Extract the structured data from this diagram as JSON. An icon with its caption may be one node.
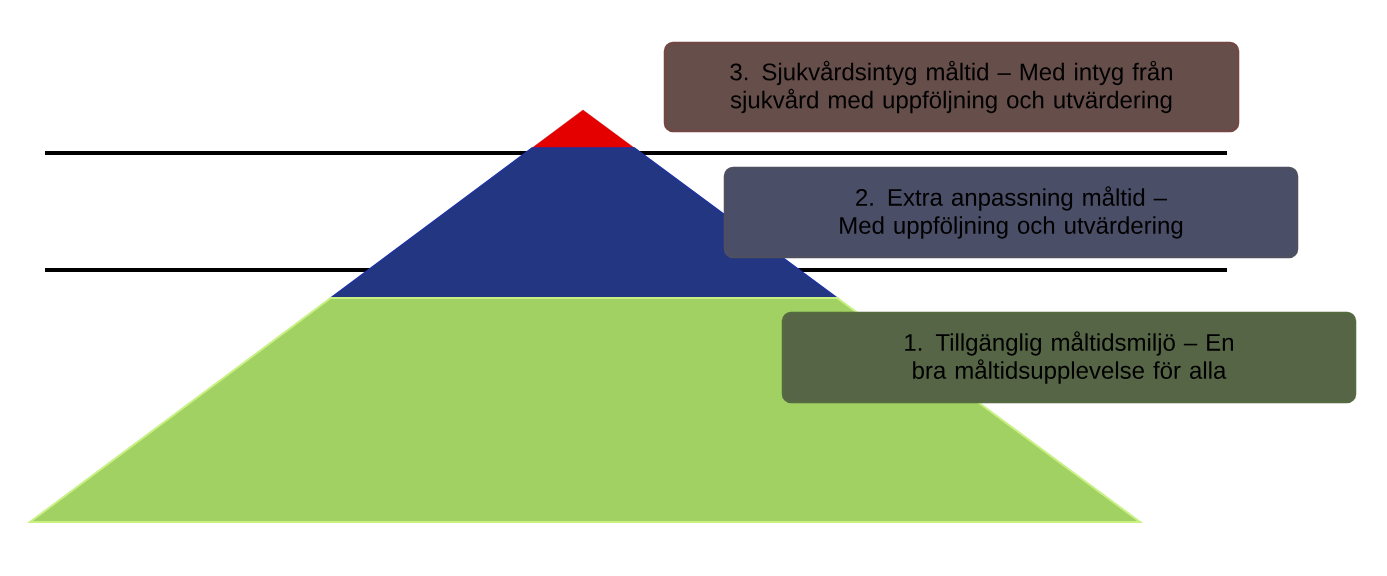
{
  "diagram": {
    "nodes": [
      {
        "text": [
          "3. Sjukvårdsintyg måltid – Med intyg från sjukvård med uppföljning och utvärdering"
        ]
      },
      {
        "text": [
          "2. Extra anpassning måltid – Med uppföljning och utvärdering"
        ]
      },
      {
        "text": [
          "1. Tillgänglig måltidsmiljö – En bra måltidsupplevelse för alla"
        ]
      }
    ]
  }
}
